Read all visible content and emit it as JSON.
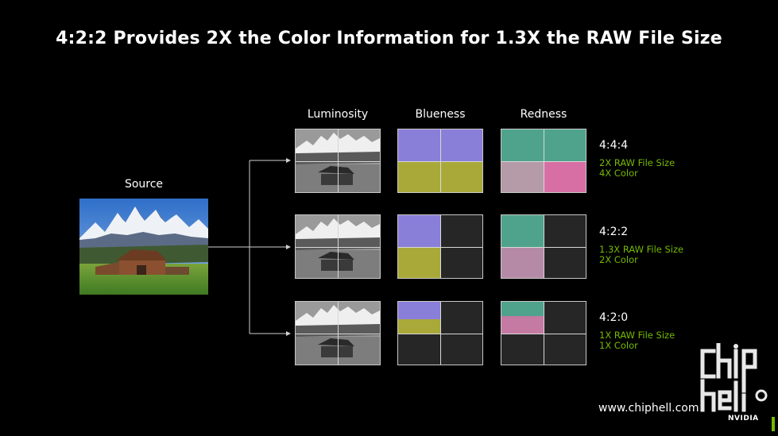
{
  "title": "4:2:2 Provides 2X the Color Information for 1.3X the RAW File Size",
  "source_label": "Source",
  "columns": [
    "Luminosity",
    "Blueness",
    "Redness"
  ],
  "rows": [
    {
      "format": "4:4:4",
      "size": "2X RAW File Size",
      "color": "4X Color"
    },
    {
      "format": "4:2:2",
      "size": "1.3X RAW File Size",
      "color": "2X Color"
    },
    {
      "format": "4:2:0",
      "size": "1X RAW File Size",
      "color": "1X Color"
    }
  ],
  "colors": {
    "accent_green": "#76b900",
    "blue_channel": "#8a7fd8",
    "yellow_channel": "#a9a93a",
    "red_channel": "#d86fa4",
    "teal_channel": "#4fa38c",
    "empty_cell": "#262626"
  },
  "watermark": "www.chiphell.com",
  "logo_text": "NVIDIA"
}
